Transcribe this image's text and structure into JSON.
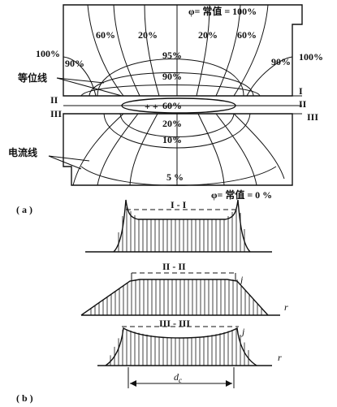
{
  "figure_a": {
    "caption": "( a )",
    "boundary_top": "φ= 常值 = 100%",
    "boundary_bottom": "φ= 常值 = 0 %",
    "equipotential_label": "等位线",
    "current_label": "电流线",
    "contours": {
      "c95": "95%",
      "c90": "90%",
      "c60": "60%",
      "c20": "20%",
      "c10": "10%",
      "c5": "5 %",
      "top_left_60": "60%",
      "top_left_20": "20%",
      "top_right_20": "20%",
      "top_right_60": "60%",
      "left_100": "100%",
      "left_90": "90%",
      "right_90": "90%",
      "right_100": "100%"
    },
    "sections": {
      "left_II": "II",
      "left_III": "III",
      "right_I": "I",
      "right_II": "II",
      "right_III": "III"
    }
  },
  "figure_b": {
    "caption": "( b )",
    "plot1_title": "I - I",
    "plot2_title": "II - II",
    "plot3_title": "III - III",
    "j_label": "j",
    "r_label": "r",
    "dc_label": "d",
    "dc_sub": "c"
  }
}
